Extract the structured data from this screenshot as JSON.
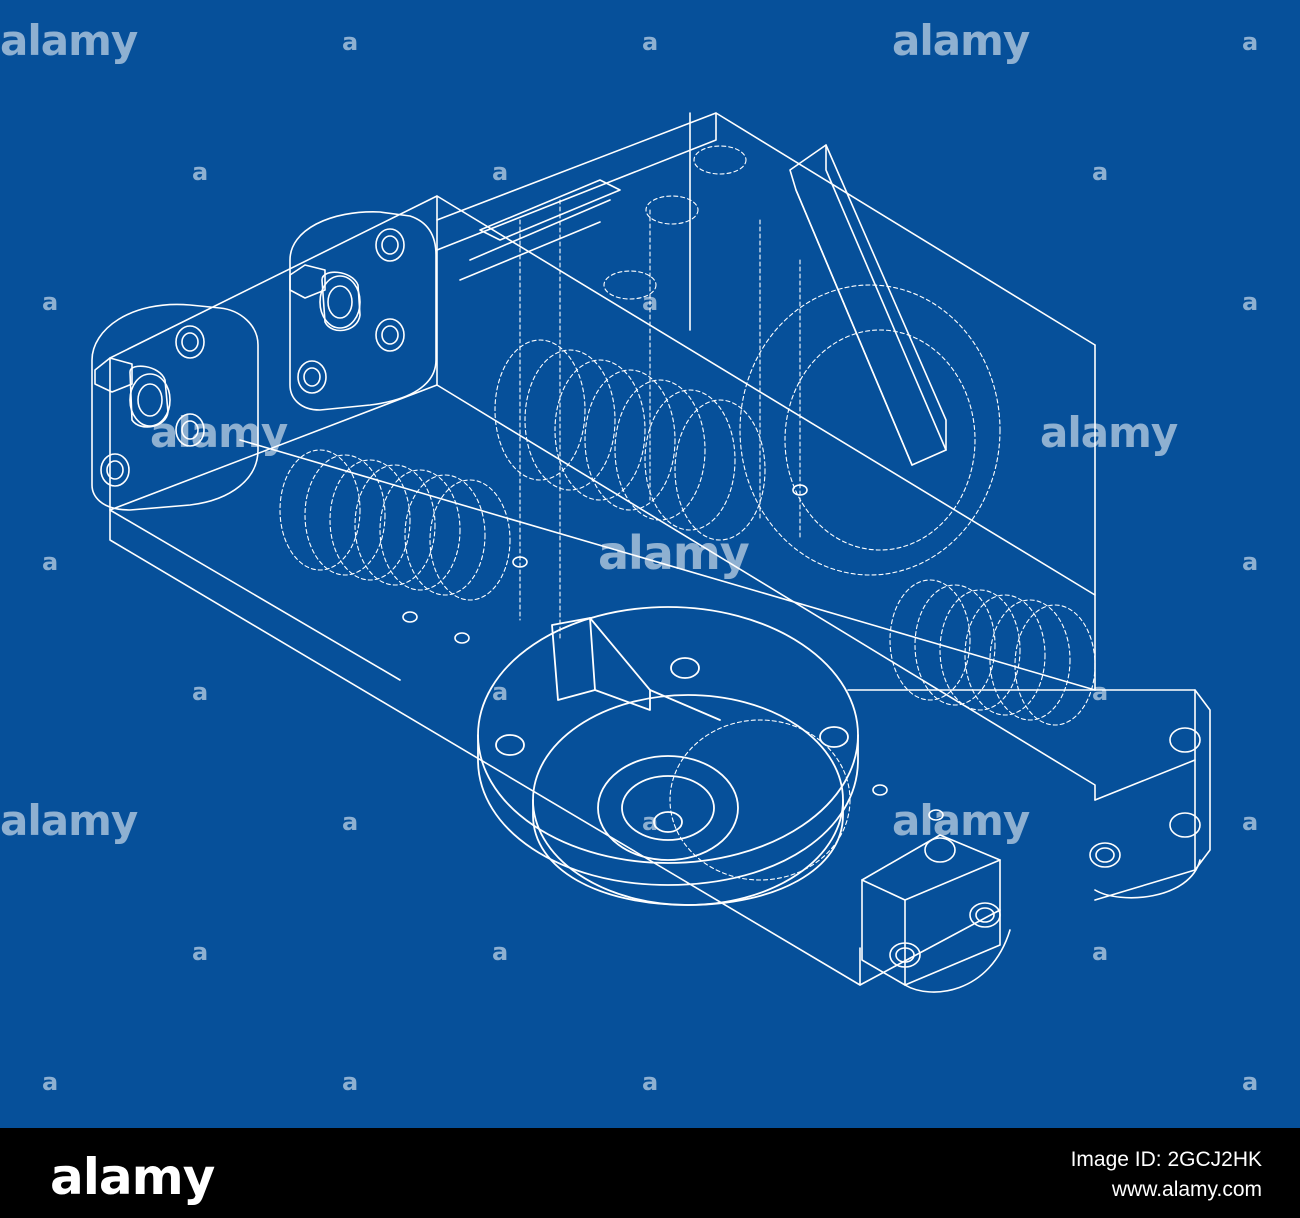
{
  "watermark": {
    "text": "alamy",
    "color": "#ffffff"
  },
  "colors": {
    "background": "#06509a",
    "line": "#ffffff",
    "footer": "#000000"
  },
  "footer": {
    "logo": "alamy",
    "image_id": "Image ID: 2GCJ2HK",
    "site": "www.alamy.com"
  }
}
